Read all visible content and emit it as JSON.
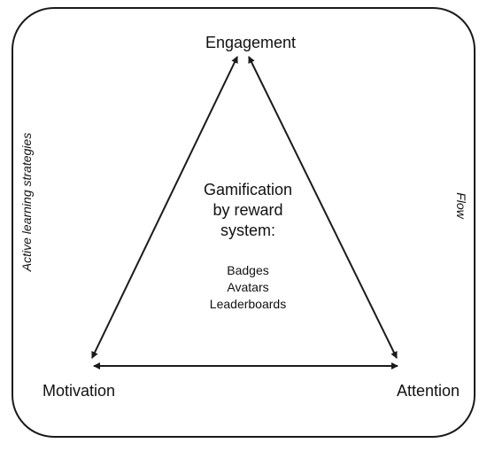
{
  "nodes": {
    "top": "Engagement",
    "left": "Motivation",
    "right": "Attention"
  },
  "center": {
    "title_lines": [
      "Gamification",
      "by reward",
      "system:"
    ],
    "items": [
      "Badges",
      "Avatars",
      "Leaderboards"
    ]
  },
  "side_labels": {
    "left": "Active learning strategies",
    "right": "Flow"
  },
  "colors": {
    "line": "#1a1a1a",
    "text": "#111111",
    "background": "#ffffff"
  }
}
